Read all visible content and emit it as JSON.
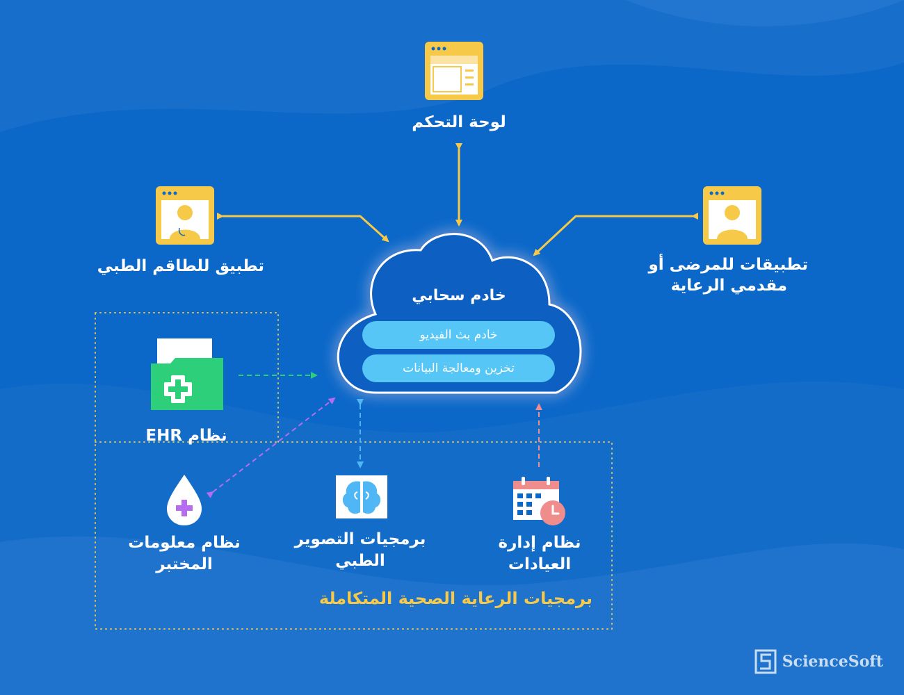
{
  "dashboard": {
    "label": "لوحة التحكم",
    "icon": "dashboard-window-icon"
  },
  "medical_staff_app": {
    "label": "تطبيق للطاقم الطبي",
    "icon": "doctor-window-icon"
  },
  "patient_apps": {
    "label_line1": "تطبيقات للمرضى أو",
    "label_line2": "مقدمي الرعاية",
    "icon": "patient-window-icon"
  },
  "cloud": {
    "title": "خادم سحابي",
    "video_server": "خادم بث الفيديو",
    "data_storage": "تخزين ومعالجة البيانات"
  },
  "ehr": {
    "label": "نظام EHR",
    "icon": "medical-folder-icon"
  },
  "lab": {
    "label_line1": "نظام معلومات",
    "label_line2": "المختبر",
    "icon": "blood-drop-icon"
  },
  "imaging": {
    "label_line1": "برمجيات التصوير",
    "label_line2": "الطبي",
    "icon": "brain-scan-icon"
  },
  "clinic": {
    "label_line1": "نظام إدارة",
    "label_line2": "العيادات",
    "icon": "calendar-clock-icon"
  },
  "group": {
    "title": "برمجيات الرعاية الصحية المتكاملة"
  },
  "brand": {
    "name": "ScienceSoft",
    "icon": "sciencesoft-logo-icon"
  },
  "colors": {
    "background": "#0b67c8",
    "accent_yellow": "#f7c948",
    "pill_blue": "#55c6f5",
    "ehr_green": "#2dcf7b",
    "lab_purple": "#b56cf0",
    "imaging_blue": "#4fb7f5",
    "clinic_pink": "#ef8c8c"
  }
}
